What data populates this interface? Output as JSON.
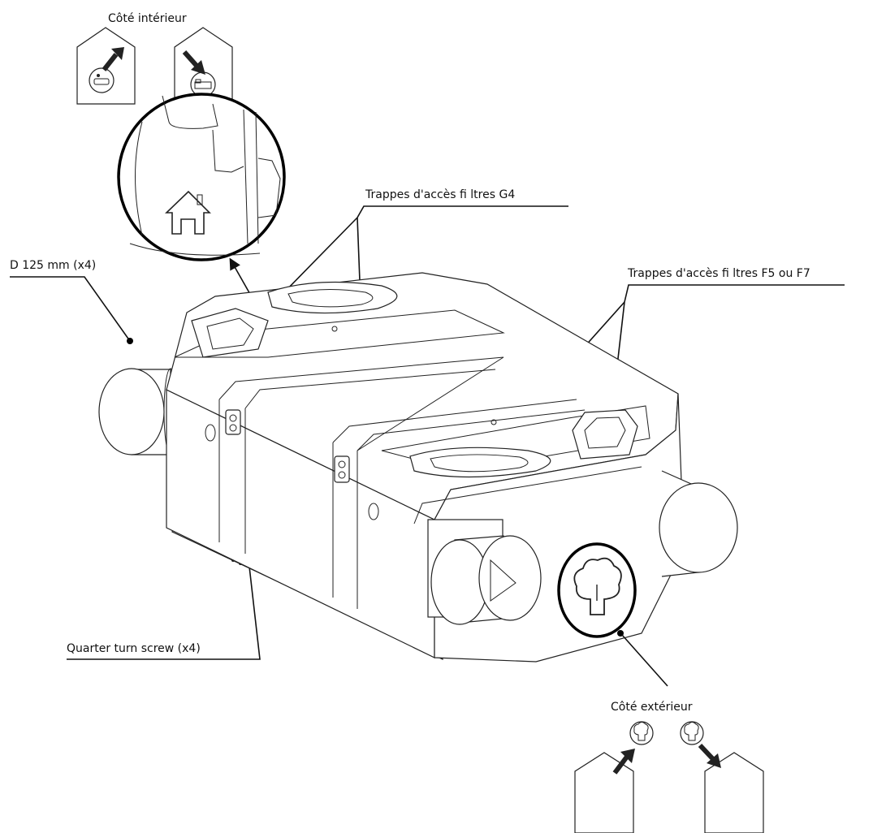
{
  "labels": {
    "interior_side": "Côté intérieur",
    "exterior_side": "Côté extérieur",
    "g4_filters": "Trappes d'accès fi ltres G4",
    "f5_f7_filters": "Trappes d'accès fi ltres F5 ou F7",
    "duct_diameter": "D 125 mm (x4)",
    "quarter_turn_screw": "Quarter turn screw (x4)"
  },
  "icons": {
    "interior_extract": "bathroom-icon",
    "interior_supply": "bedroom-icon",
    "interior_marker": "house-icon",
    "exterior_marker": "tree-icon",
    "exterior_intake": "tree-icon",
    "exterior_exhaust": "tree-icon"
  }
}
